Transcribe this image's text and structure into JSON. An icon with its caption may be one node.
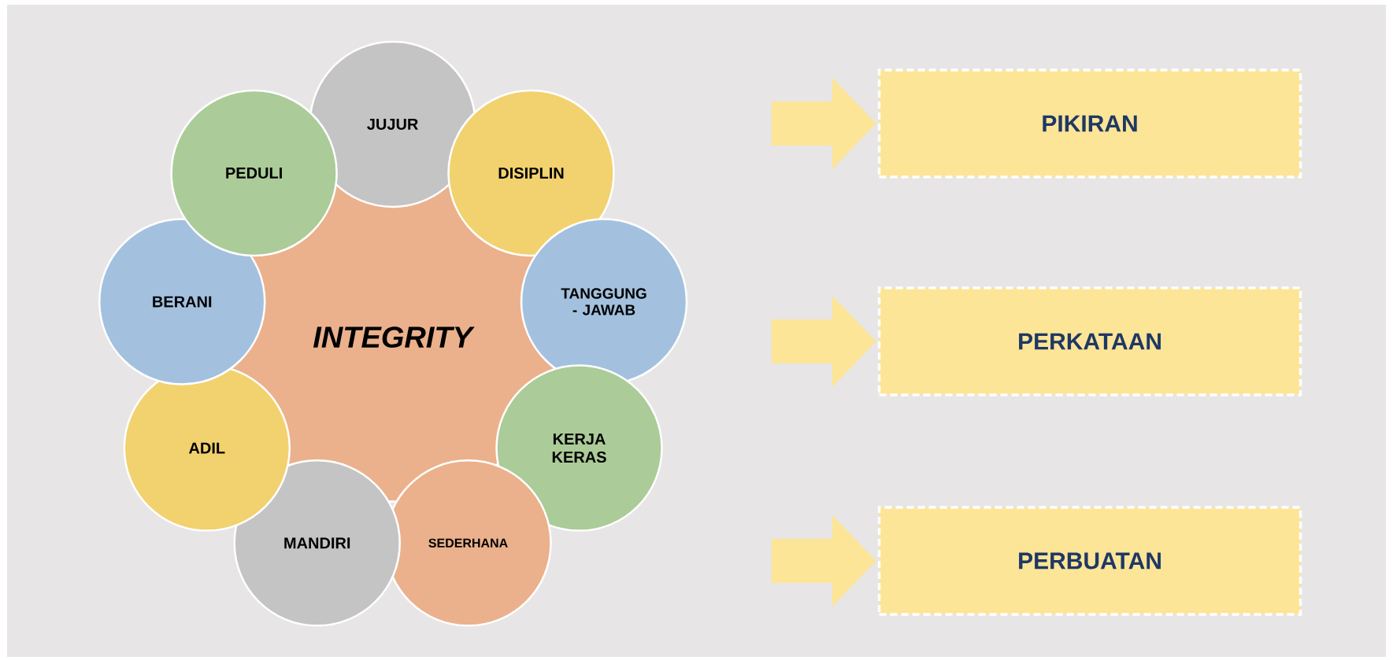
{
  "diagram": {
    "nodes": [
      {
        "text": [
          "INTEGRITY"
        ]
      },
      {
        "text": [
          "JUJUR"
        ]
      },
      {
        "text": [
          "DISIPLIN"
        ]
      },
      {
        "text": [
          "TANGGUNG - JAWAB"
        ]
      },
      {
        "text": [
          "KERJA KERAS"
        ]
      },
      {
        "text": [
          "SEDERHANA"
        ]
      },
      {
        "text": [
          "MANDIRI"
        ]
      },
      {
        "text": [
          "ADIL"
        ]
      },
      {
        "text": [
          "BERANI"
        ]
      },
      {
        "text": [
          "PEDULI"
        ]
      },
      {
        "text": [
          "PIKIRAN"
        ]
      },
      {
        "text": [
          "PERKATAAN"
        ]
      },
      {
        "text": [
          "PERBUATAN"
        ]
      }
    ],
    "edges": [
      {
        "from": null,
        "to": 10,
        "arrow": "to"
      },
      {
        "from": null,
        "to": 11,
        "arrow": "to"
      },
      {
        "from": null,
        "to": 12,
        "arrow": "to"
      }
    ]
  }
}
